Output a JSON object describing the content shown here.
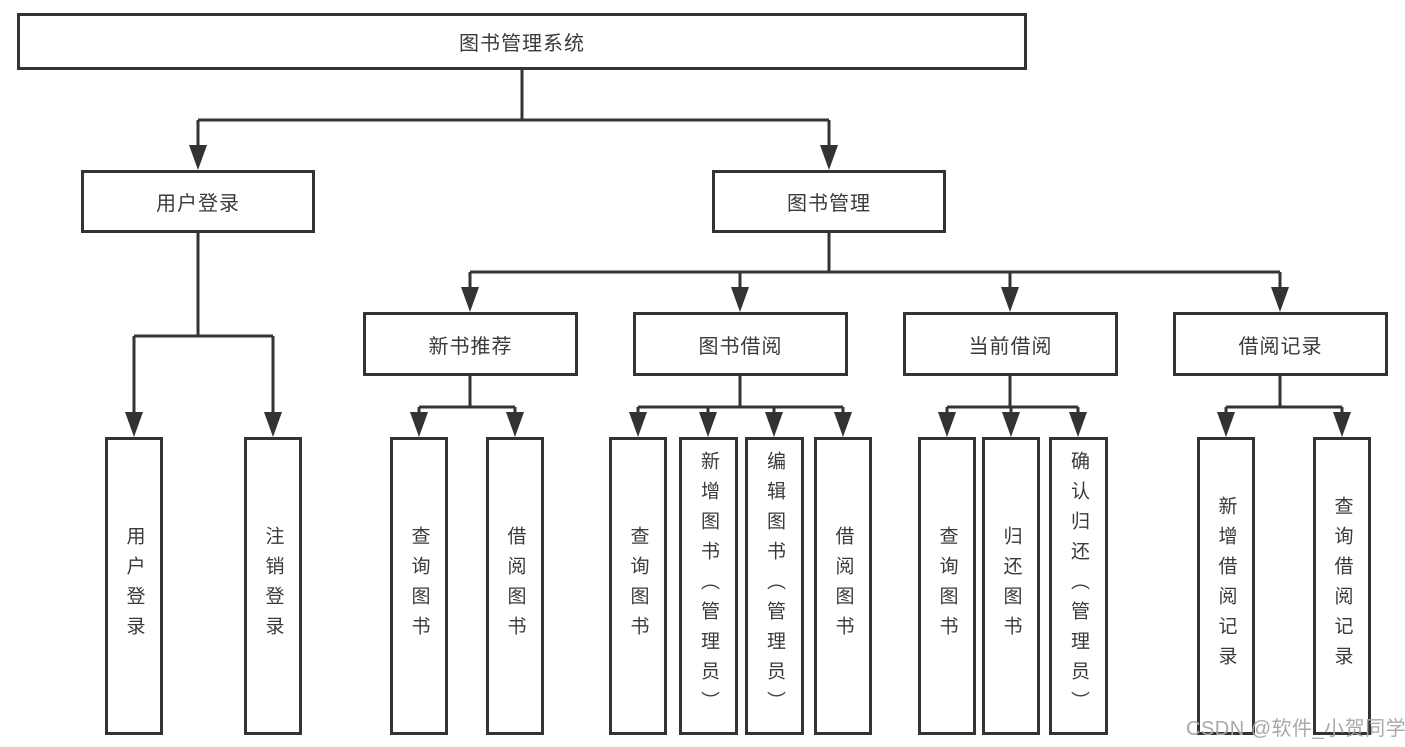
{
  "tree": {
    "root": {
      "label": "图书管理系统"
    },
    "branches": [
      {
        "label": "用户登录",
        "children": [
          {
            "label": "用户登录"
          },
          {
            "label": "注销登录"
          }
        ]
      },
      {
        "label": "图书管理",
        "children": [
          {
            "label": "新书推荐",
            "children": [
              {
                "label": "查询图书"
              },
              {
                "label": "借阅图书"
              }
            ]
          },
          {
            "label": "图书借阅",
            "children": [
              {
                "label": "查询图书"
              },
              {
                "label": "新增图书（管理员）"
              },
              {
                "label": "编辑图书（管理员）"
              },
              {
                "label": "借阅图书"
              }
            ]
          },
          {
            "label": "当前借阅",
            "children": [
              {
                "label": "查询图书"
              },
              {
                "label": "归还图书"
              },
              {
                "label": "确认归还（管理员）"
              }
            ]
          },
          {
            "label": "借阅记录",
            "children": [
              {
                "label": "新增借阅记录"
              },
              {
                "label": "查询借阅记录"
              }
            ]
          }
        ]
      }
    ]
  },
  "watermark": {
    "text": "CSDN @软件_小贺同学"
  },
  "colors": {
    "line": "#333333",
    "text": "#3a3a3a",
    "watermark": "#a9a9a9",
    "background": "#ffffff"
  }
}
